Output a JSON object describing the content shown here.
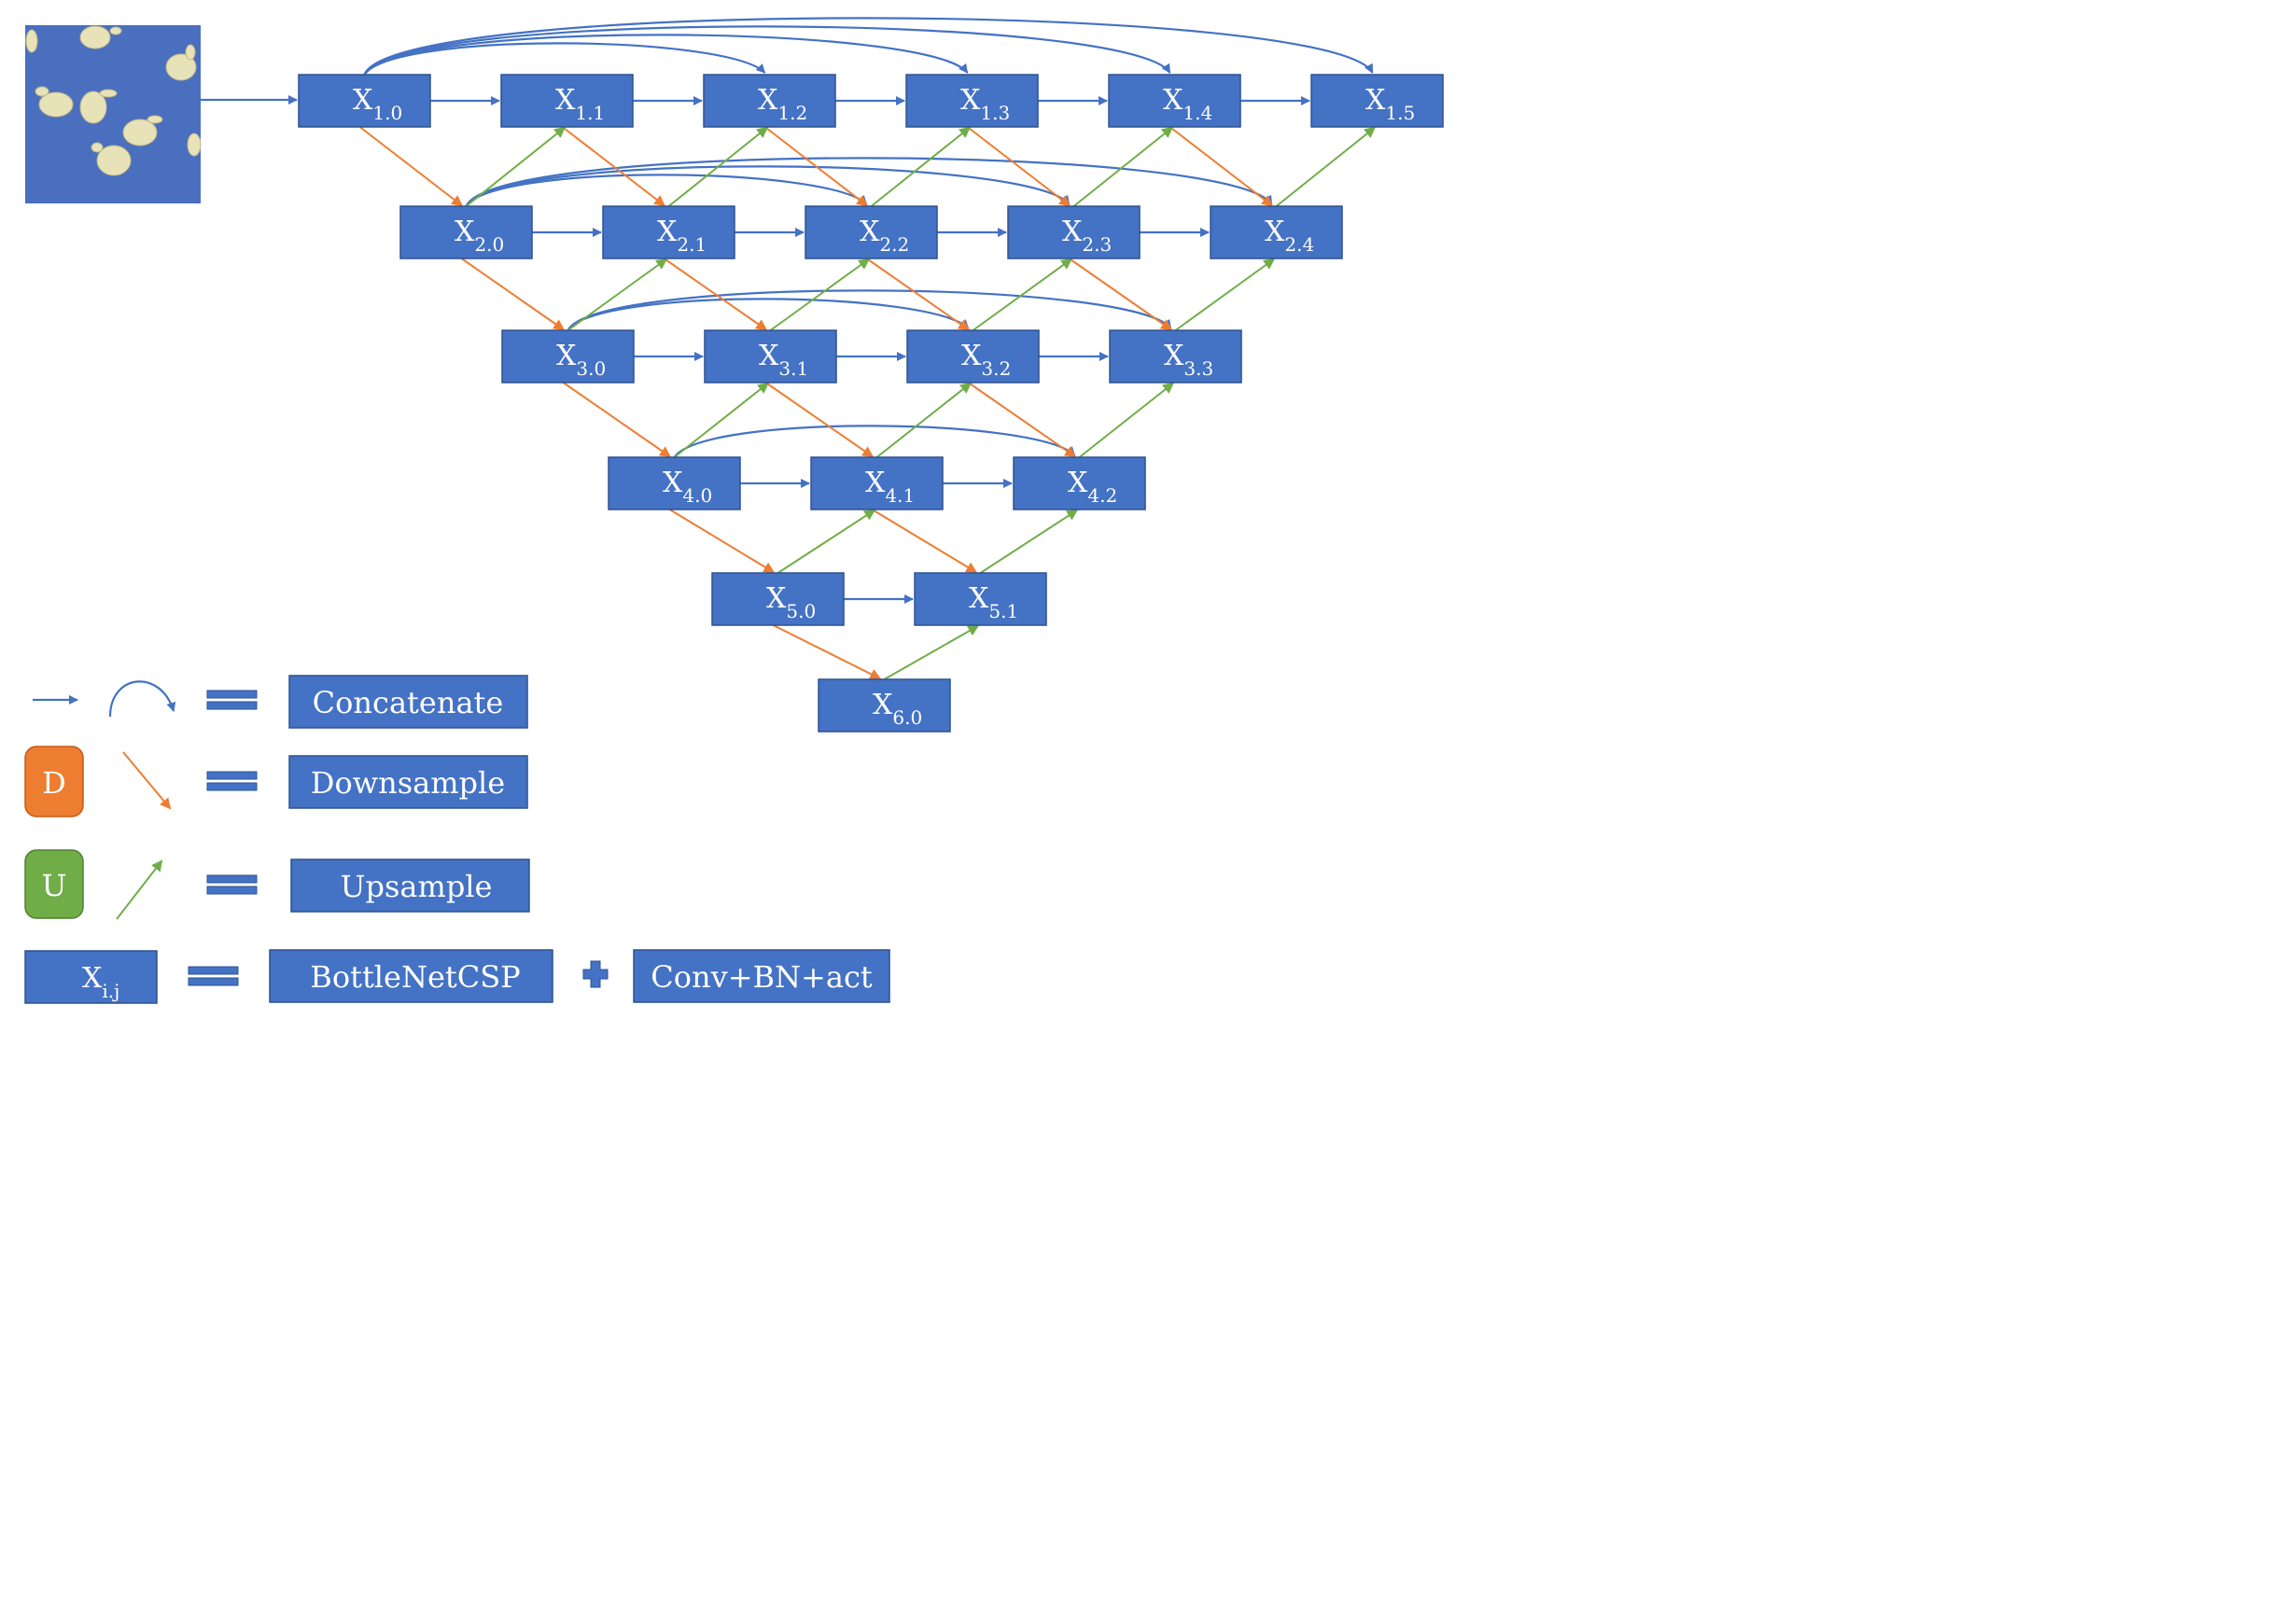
{
  "nodes": [
    {
      "id": "1.0",
      "main": "X",
      "sub": "1.0"
    },
    {
      "id": "1.1",
      "main": "X",
      "sub": "1.1"
    },
    {
      "id": "1.2",
      "main": "X",
      "sub": "1.2"
    },
    {
      "id": "1.3",
      "main": "X",
      "sub": "1.3"
    },
    {
      "id": "1.4",
      "main": "X",
      "sub": "1.4"
    },
    {
      "id": "1.5",
      "main": "X",
      "sub": "1.5"
    },
    {
      "id": "2.0",
      "main": "X",
      "sub": "2.0"
    },
    {
      "id": "2.1",
      "main": "X",
      "sub": "2.1"
    },
    {
      "id": "2.2",
      "main": "X",
      "sub": "2.2"
    },
    {
      "id": "2.3",
      "main": "X",
      "sub": "2.3"
    },
    {
      "id": "2.4",
      "main": "X",
      "sub": "2.4"
    },
    {
      "id": "3.0",
      "main": "X",
      "sub": "3.0"
    },
    {
      "id": "3.1",
      "main": "X",
      "sub": "3.1"
    },
    {
      "id": "3.2",
      "main": "X",
      "sub": "3.2"
    },
    {
      "id": "3.3",
      "main": "X",
      "sub": "3.3"
    },
    {
      "id": "4.0",
      "main": "X",
      "sub": "4.0"
    },
    {
      "id": "4.1",
      "main": "X",
      "sub": "4.1"
    },
    {
      "id": "4.2",
      "main": "X",
      "sub": "4.2"
    },
    {
      "id": "5.0",
      "main": "X",
      "sub": "5.0"
    },
    {
      "id": "5.1",
      "main": "X",
      "sub": "5.1"
    },
    {
      "id": "6.0",
      "main": "X",
      "sub": "6.0"
    }
  ],
  "legend": {
    "concat_label": "Concatenate",
    "down_badge": "D",
    "down_label": "Downsample",
    "up_badge": "U",
    "up_label": "Upsample",
    "block_main": "X",
    "block_sub": "i.j",
    "block_label": "BottleNetCSP",
    "plus_label": "Conv+BN+act"
  },
  "colors": {
    "node_fill": "#4472c4",
    "concatenate": "#4472c4",
    "downsample": "#ed7d31",
    "upsample": "#70ad47"
  }
}
